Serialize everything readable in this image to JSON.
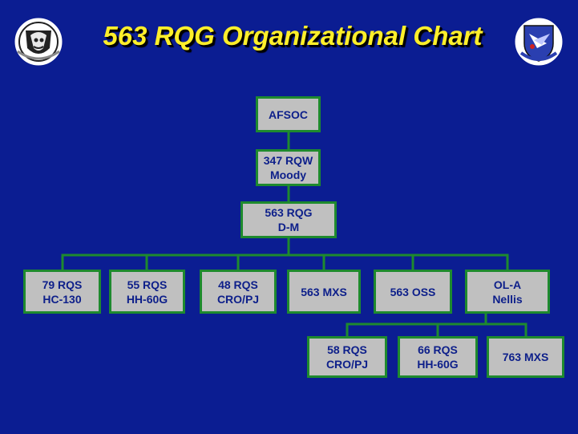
{
  "title": "563 RQG Organizational Chart",
  "colors": {
    "background": "#0b1d92",
    "title": "#ffef2a",
    "box_fill": "#c0c0c0",
    "box_border": "#1e8a2e",
    "box_text": "#0d1f8a",
    "connector": "#1e8a2e"
  },
  "emblems": {
    "left": "command-shield-emblem",
    "right": "wing-shield-emblem"
  },
  "nodes": {
    "afsoc": {
      "line1": "AFSOC",
      "line2": ""
    },
    "rqw347": {
      "line1": "347 RQW",
      "line2": "Moody"
    },
    "rqg563": {
      "line1": "563 RQG",
      "line2": "D-M"
    },
    "rqs79": {
      "line1": "79 RQS",
      "line2": "HC-130"
    },
    "rqs55": {
      "line1": "55 RQS",
      "line2": "HH-60G"
    },
    "rqs48": {
      "line1": "48 RQS",
      "line2": "CRO/PJ"
    },
    "mxs563": {
      "line1": "563 MXS",
      "line2": ""
    },
    "oss563": {
      "line1": "563 OSS",
      "line2": ""
    },
    "ola": {
      "line1": "OL-A",
      "line2": "Nellis"
    },
    "rqs58": {
      "line1": "58 RQS",
      "line2": "CRO/PJ"
    },
    "rqs66": {
      "line1": "66 RQS",
      "line2": "HH-60G"
    },
    "mxs763": {
      "line1": "763 MXS",
      "line2": ""
    }
  }
}
